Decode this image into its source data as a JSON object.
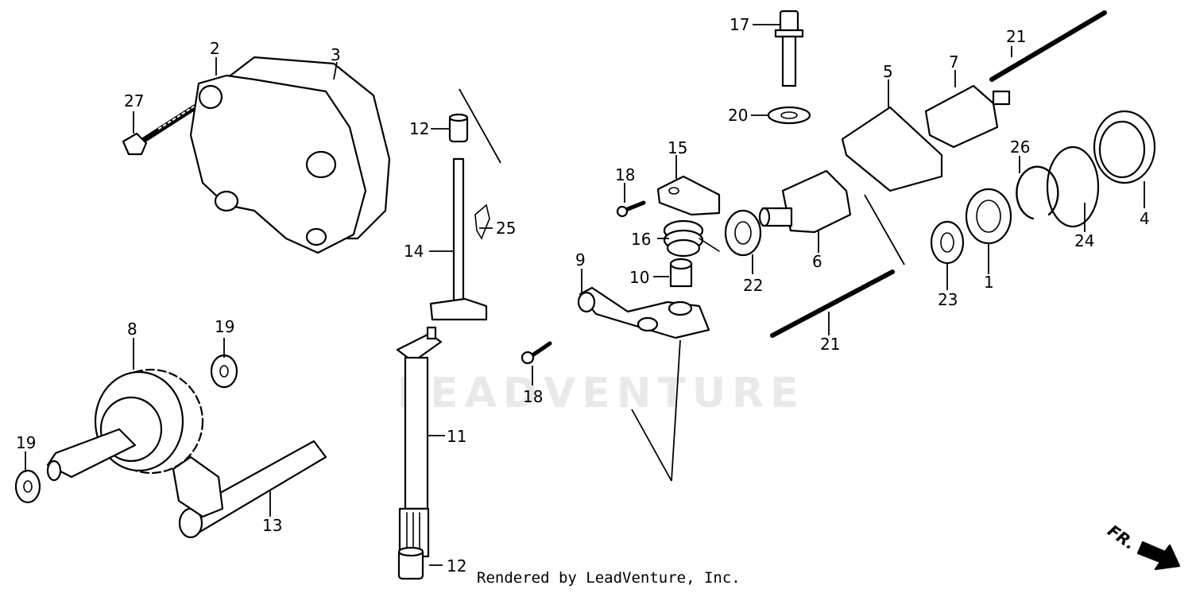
{
  "watermark": "LEADVENTURE",
  "credit": "Rendered by LeadVenture, Inc.",
  "direction_label": "FR.",
  "callouts": {
    "n1": "1",
    "n2": "2",
    "n3": "3",
    "n4": "4",
    "n5": "5",
    "n6": "6",
    "n7": "7",
    "n8": "8",
    "n9": "9",
    "n10": "10",
    "n11": "11",
    "n12a": "12",
    "n12b": "12",
    "n13": "13",
    "n14": "14",
    "n15": "15",
    "n16": "16",
    "n17": "17",
    "n18a": "18",
    "n18b": "18",
    "n19a": "19",
    "n19b": "19",
    "n20": "20",
    "n21a": "21",
    "n21b": "21",
    "n22": "22",
    "n23": "23",
    "n24": "24",
    "n25": "25",
    "n26": "26",
    "n27": "27"
  }
}
